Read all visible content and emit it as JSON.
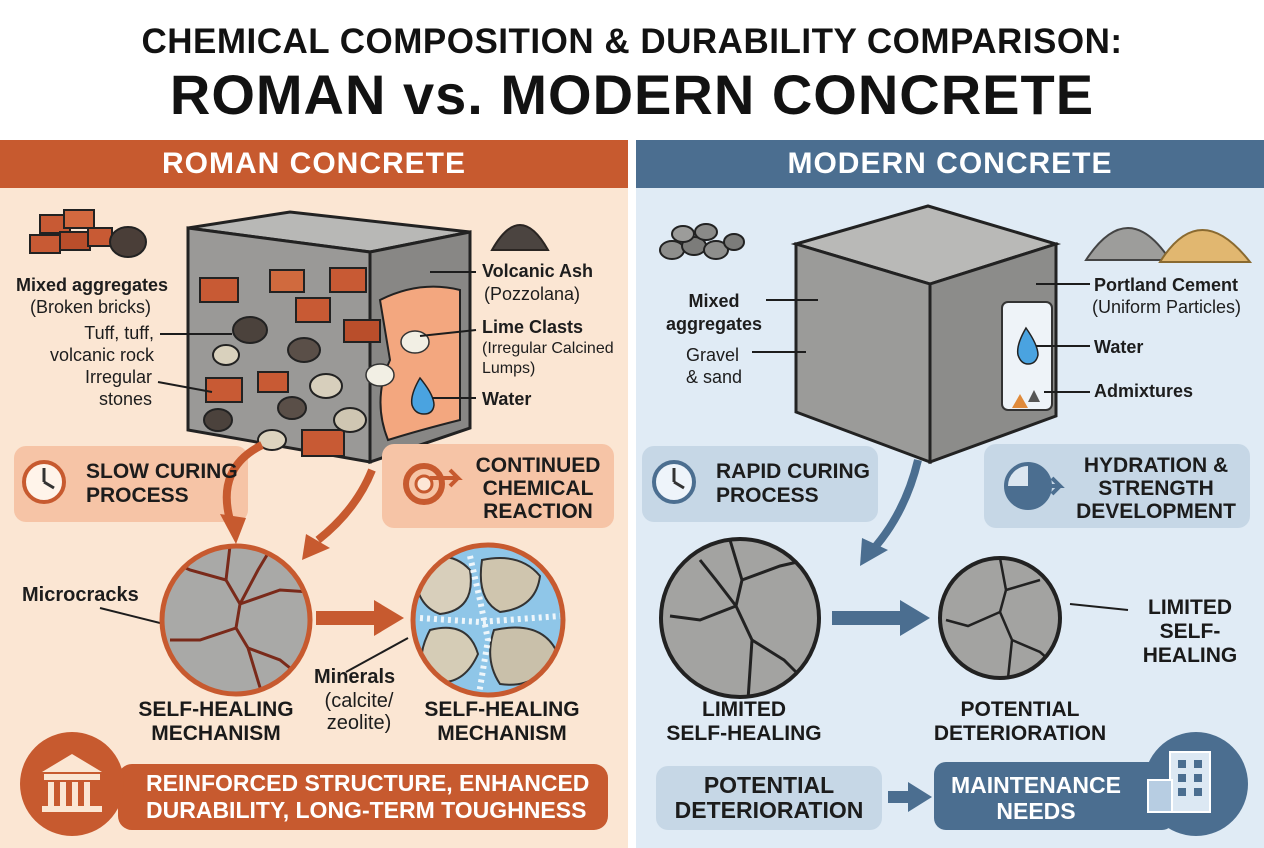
{
  "title": {
    "line1": "CHEMICAL COMPOSITION & DURABILITY COMPARISON:",
    "line2": "ROMAN vs. MODERN CONCRETE"
  },
  "roman": {
    "header": "ROMAN CONCRETE",
    "labels": {
      "mixed_aggregates": "Mixed aggregates",
      "broken_bricks": "(Broken bricks)",
      "tuff_1": "Tuff, tuff,",
      "tuff_2": "volcanic rock",
      "irregular_1": "Irregular",
      "irregular_2": "stones",
      "volcanic_ash": "Volcanic Ash",
      "pozzolana": "(Pozzolana)",
      "lime_clasts": "Lime Clasts",
      "lime_desc_1": "(Irregular Calcined",
      "lime_desc_2": "Lumps)",
      "water": "Water",
      "microcracks": "Microcracks",
      "minerals": "Minerals",
      "minerals_desc_1": "(calcite/",
      "minerals_desc_2": "zeolite)"
    },
    "slow_curing_1": "SLOW CURING",
    "slow_curing_2": "PROCESS",
    "continued_1": "CONTINUED",
    "continued_2": "CHEMICAL",
    "continued_3": "REACTION",
    "healing_left_1": "SELF-HEALING",
    "healing_left_2": "MECHANISM",
    "healing_right_1": "SELF-HEALING",
    "healing_right_2": "MECHANISM",
    "bottom_1": "REINFORCED STRUCTURE, ENHANCED",
    "bottom_2": "DURABILITY, LONG-TERM TOUGHNESS"
  },
  "modern": {
    "header": "MODERN CONCRETE",
    "labels": {
      "mixed_aggregates_1": "Mixed",
      "mixed_aggregates_2": "aggregates",
      "gravel_1": "Gravel",
      "gravel_2": "& sand",
      "portland": "Portland Cement",
      "uniform": "(Uniform Particles)",
      "water": "Water",
      "admixtures": "Admixtures",
      "limited_sh_1": "LIMITED",
      "limited_sh_2": "SELF-HEALING"
    },
    "rapid_1": "RAPID CURING",
    "rapid_2": "PROCESS",
    "hydration_1": "HYDRATION &",
    "hydration_2": "STRENGTH",
    "hydration_3": "DEVELOPMENT",
    "limited_1": "LIMITED",
    "limited_2": "SELF-HEALING",
    "potential_1": "POTENTIAL",
    "potential_2": "DETERIORATION",
    "bottom_potential_1": "POTENTIAL",
    "bottom_potential_2": "DETERIORATION",
    "maintenance_1": "MAINTENANCE",
    "maintenance_2": "NEEDS"
  },
  "colors": {
    "roman_accent": "#c75a2f",
    "roman_bg": "#fbe6d3",
    "modern_accent": "#4b6e90",
    "modern_bg": "#e0ebf5"
  }
}
